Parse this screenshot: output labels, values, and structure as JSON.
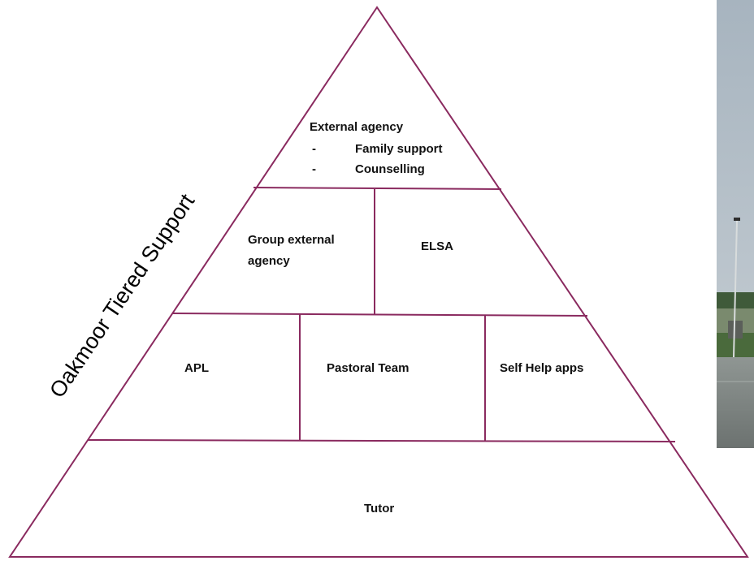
{
  "title": "Oakmoor Tiered Support",
  "colors": {
    "outline": "#8a2a5f",
    "text": "#111111"
  },
  "tiers": {
    "top": {
      "heading": "External agency",
      "bullet_marker": "-",
      "items": [
        "Family support",
        "Counselling"
      ]
    },
    "second": {
      "group_external_agency_line1": "Group external",
      "group_external_agency_line2": "agency",
      "elsa": "ELSA"
    },
    "third": {
      "apl": "APL",
      "pastoral_team": "Pastoral Team",
      "self_help_apps": "Self Help apps"
    },
    "base": {
      "tutor": "Tutor"
    }
  },
  "photo": {
    "description_icon": "school-grounds-photo"
  }
}
